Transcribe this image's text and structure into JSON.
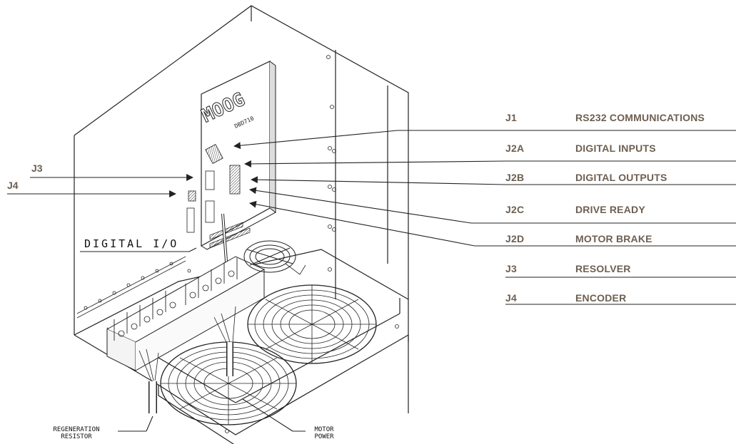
{
  "connectors": [
    {
      "code": "J1",
      "description": "RS232 COMMUNICATIONS"
    },
    {
      "code": "J2A",
      "description": "DIGITAL INPUTS"
    },
    {
      "code": "J2B",
      "description": "DIGITAL OUTPUTS"
    },
    {
      "code": "J2C",
      "description": "DRIVE READY"
    },
    {
      "code": "J2D",
      "description": "MOTOR BRAKE"
    },
    {
      "code": "J3",
      "description": "RESOLVER"
    },
    {
      "code": "J4",
      "description": "ENCODER"
    }
  ],
  "left_callouts": {
    "j3": "J3",
    "j4": "J4"
  },
  "drawing_labels": {
    "digital_io": "DIGITAL I/O",
    "brand": "MOOG",
    "model": "DBD710",
    "regeneration_resistor_line1": "REGENERATION",
    "regeneration_resistor_line2": "RESISTOR",
    "motor_power_line1": "MOTOR",
    "motor_power_line2": "POWER"
  },
  "colors": {
    "label_text": "#6d5f52",
    "line": "#222222"
  }
}
